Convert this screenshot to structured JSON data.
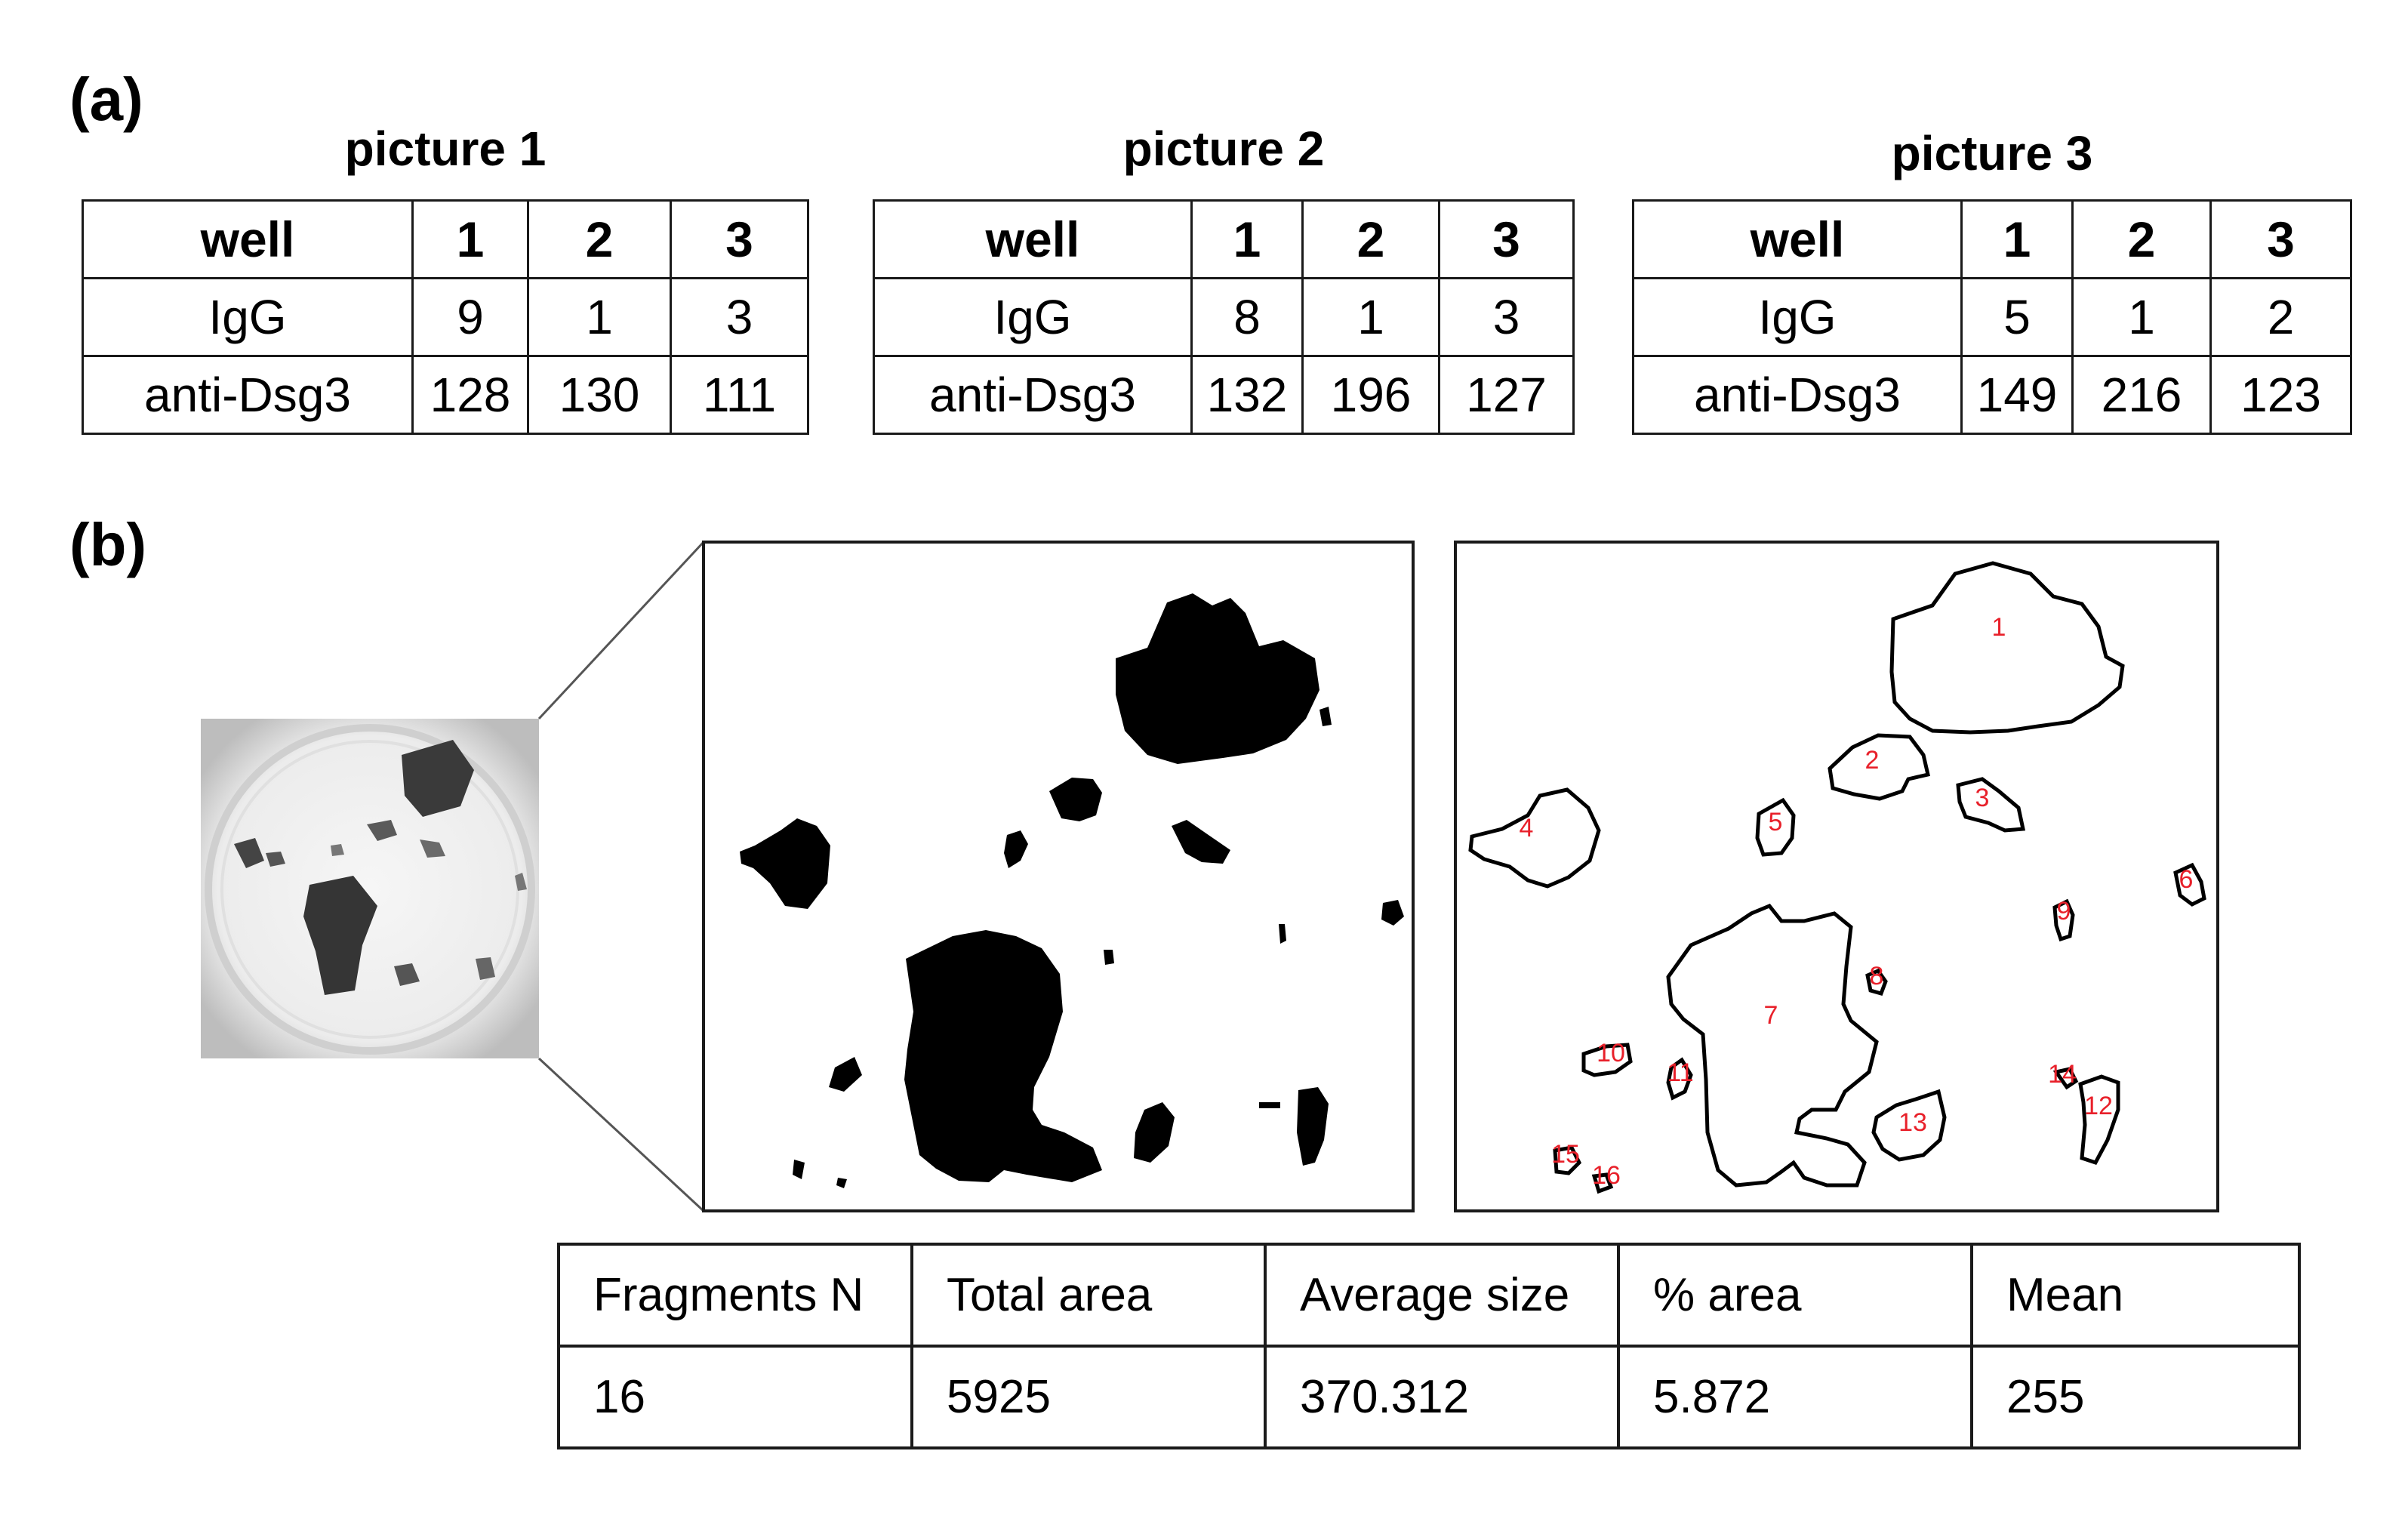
{
  "panel_a": {
    "label": "(a)",
    "pictures": [
      {
        "title": "picture 1",
        "header": [
          "well",
          "1",
          "2",
          "3"
        ],
        "rows": [
          [
            "IgG",
            "9",
            "1",
            "3"
          ],
          [
            "anti-Dsg3",
            "128",
            "130",
            "111"
          ]
        ]
      },
      {
        "title": "picture 2",
        "header": [
          "well",
          "1",
          "2",
          "3"
        ],
        "rows": [
          [
            "IgG",
            "8",
            "1",
            "3"
          ],
          [
            "anti-Dsg3",
            "132",
            "196",
            "127"
          ]
        ]
      },
      {
        "title": "picture 3",
        "header": [
          "well",
          "1",
          "2",
          "3"
        ],
        "rows": [
          [
            "IgG",
            "5",
            "1",
            "2"
          ],
          [
            "anti-Dsg3",
            "149",
            "216",
            "123"
          ]
        ]
      }
    ]
  },
  "panel_b": {
    "label": "(b)",
    "fragment_labels": [
      "1",
      "2",
      "3",
      "4",
      "5",
      "6",
      "7",
      "8",
      "9",
      "10",
      "11",
      "12",
      "13",
      "14",
      "15",
      "16"
    ],
    "label_color": "#e8202a",
    "stats": {
      "headers": [
        "Fragments N",
        "Total area",
        "Average size",
        "% area",
        "Mean"
      ],
      "values": [
        "16",
        "5925",
        "370.312",
        "5.872",
        "255"
      ]
    }
  }
}
